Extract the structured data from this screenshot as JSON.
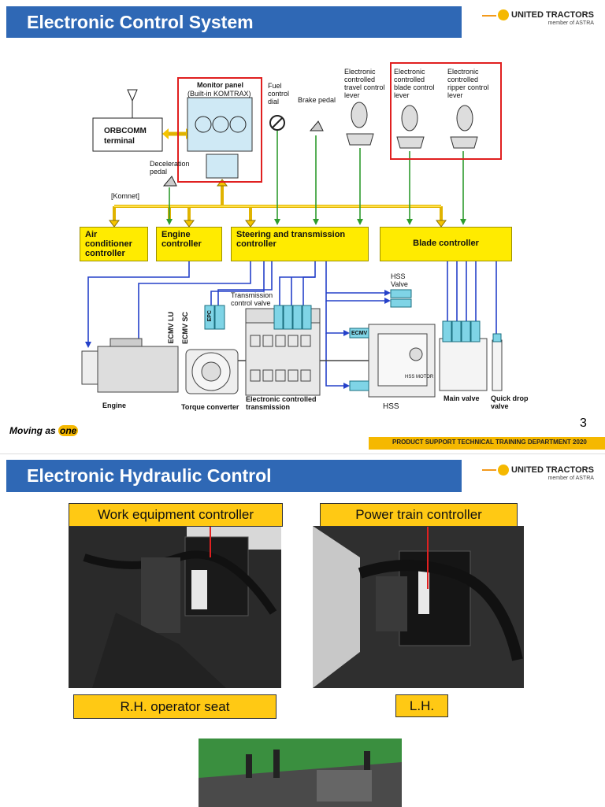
{
  "slide1": {
    "title": "Electronic Control System",
    "brand": {
      "name": "UNITED TRACTORS",
      "sub": "member of ASTRA"
    },
    "labels": {
      "orbcomm": "ORBCOMM terminal",
      "monitor": "Monitor panel",
      "monitor_sub": "(Built-in KOMTRAX)",
      "fuel": "Fuel control dial",
      "brake": "Brake pedal",
      "travel": "Electronic controlled travel control lever",
      "blade_lever": "Electronic controlled blade control lever",
      "ripper": "Electronic controlled ripper control lever",
      "decel": "Deceleration pedal",
      "komnet": "[Komnet]",
      "hss_valve": "HSS Valve",
      "trans_valve": "Transmission control valve",
      "ecmv_lu": "ECMV LU",
      "ecmv_sc": "ECMV SC",
      "engine": "Engine",
      "torque": "Torque converter",
      "trans": "Electronic controlled transmission",
      "hss": "HSS",
      "hss_motor": "HSS MOTOR",
      "main_valve": "Main valve",
      "quick_drop": "Quick drop valve",
      "epc": "EPC",
      "ecmv": "ECMV"
    },
    "controllers": {
      "aircon": "Air conditioner controller",
      "engine": "Engine controller",
      "steering": "Steering and transmission controller",
      "blade": "Blade controller"
    },
    "footer_left": {
      "a": "Moving as ",
      "b": "one"
    },
    "page_number": "3",
    "footer_dept": "PRODUCT SUPPORT TECHNICAL TRAINING DEPARTMENT 2020"
  },
  "slide2": {
    "title": "Electronic Hydraulic Control",
    "brand": {
      "name": "UNITED TRACTORS",
      "sub": "member of ASTRA"
    },
    "callouts": {
      "work": "Work equipment controller",
      "power": "Power train controller",
      "rh": "R.H.  operator  seat",
      "lh": "L.H."
    }
  },
  "colors": {
    "title_bar": "#2f68b5",
    "controller_fill": "#ffeb00",
    "komnet_bus": "#f5c400",
    "signal_line": "#2e9b2e",
    "output_line": "#2541c9",
    "highlight": "#e02020"
  }
}
